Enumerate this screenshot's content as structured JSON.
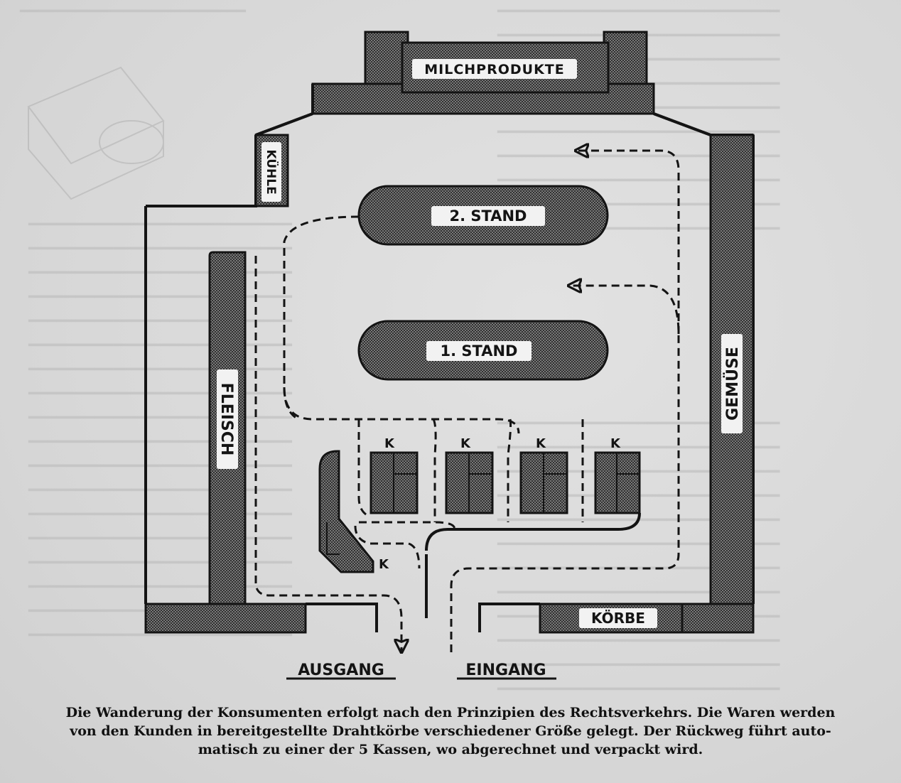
{
  "labels": {
    "milchprodukte": "MILCHPRODUKTE",
    "kuehle": "KÜHLE",
    "stand2": "2. STAND",
    "stand1": "1. STAND",
    "fleisch": "FLEISCH",
    "gemuese": "GEMÜSE",
    "koerbe": "KÖRBE",
    "ausgang": "AUSGANG",
    "eingang": "EINGANG",
    "kasse_marker": "K"
  },
  "caption": {
    "line1": "Die Wanderung der Konsumenten erfolgt nach den Prinzipien des Rechtsverkehrs. Die Waren werden",
    "line2": "von den Kunden in bereitgestellte Drahtkörbe verschiedener Größe gelegt. Der Rückweg führt auto-",
    "line3": "matisch zu einer der 5 Kassen, wo abgerechnet und verpackt wird."
  },
  "colors": {
    "ink": "#141414",
    "hatch_fill": "#6a6a6a",
    "label_bg": "#f2f2f2"
  }
}
